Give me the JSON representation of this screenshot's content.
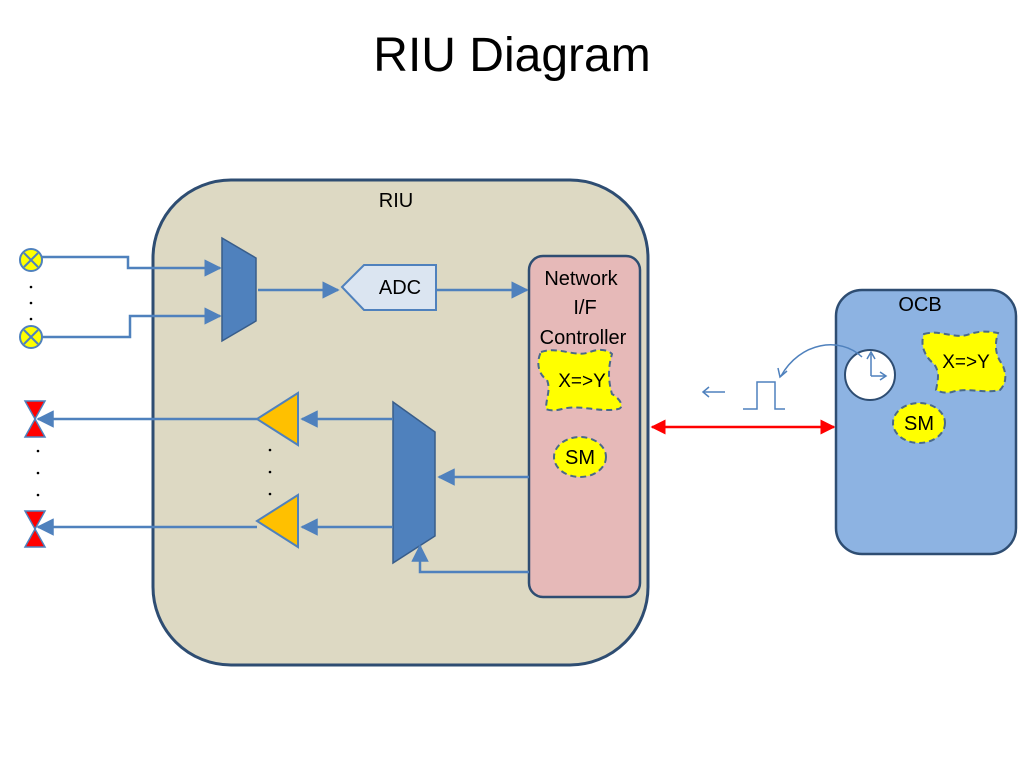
{
  "title": "RIU Diagram",
  "riu": {
    "label": "RIU"
  },
  "adc": {
    "label": "ADC"
  },
  "network_controller": {
    "line1": "Network",
    "line2": "I/F",
    "line3": "Controller"
  },
  "riu_transform": {
    "label": "X=>Y"
  },
  "riu_state_machine": {
    "label": "SM"
  },
  "ocb": {
    "label": "OCB"
  },
  "ocb_transform": {
    "label": "X=>Y"
  },
  "ocb_state_machine": {
    "label": "SM"
  },
  "colors": {
    "riu_fill": "#ddd9c3",
    "box_stroke": "#2e4d72",
    "controller_fill": "#e6b9b8",
    "ocb_fill": "#8db3e2",
    "mux_fill": "#4f81bd",
    "amplifier_fill": "#ffc000",
    "bubble_fill": "#ffff00",
    "link_arrow": "#ff0000",
    "signal_line": "#4f81bd"
  }
}
